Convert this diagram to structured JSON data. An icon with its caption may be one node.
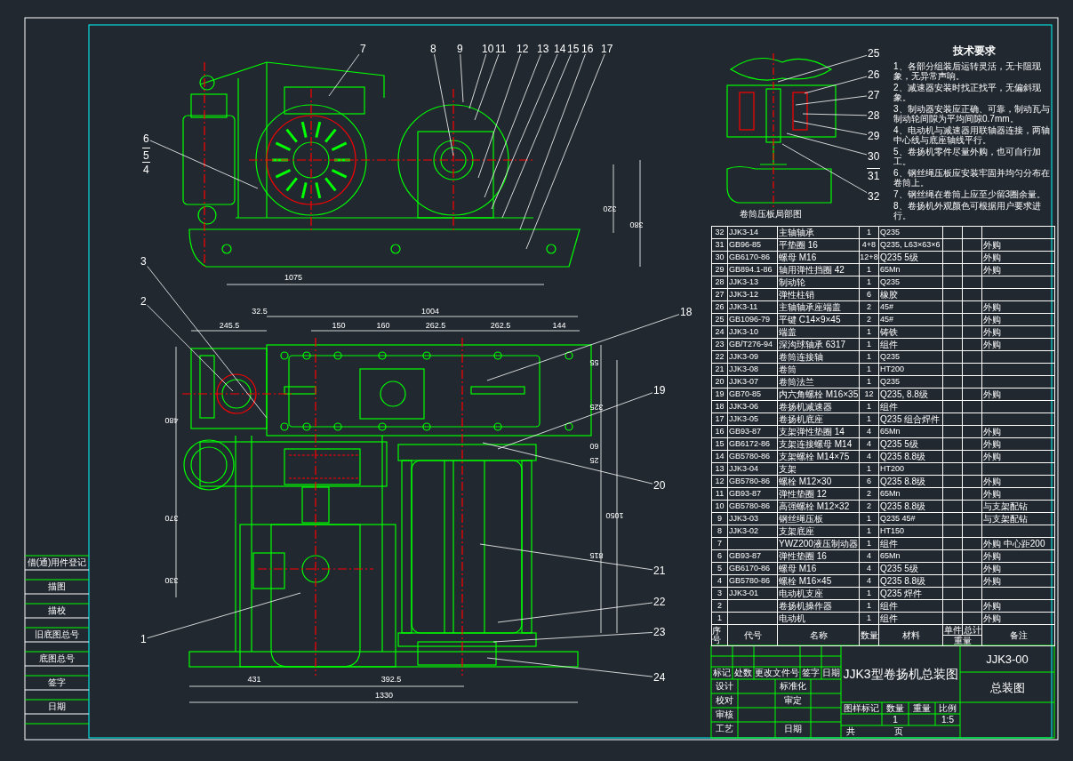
{
  "diagram": {
    "nodes": [
      {
        "text": [
          "7"
        ]
      },
      {
        "text": [
          "8"
        ]
      },
      {
        "text": [
          "9"
        ]
      },
      {
        "text": [
          "10"
        ]
      },
      {
        "text": [
          "11"
        ]
      },
      {
        "text": [
          "12"
        ]
      },
      {
        "text": [
          "13"
        ]
      },
      {
        "text": [
          "14"
        ]
      },
      {
        "text": [
          "15"
        ]
      },
      {
        "text": [
          "16"
        ]
      },
      {
        "text": [
          "17"
        ]
      },
      {
        "text": [
          "25"
        ]
      },
      {
        "text": [
          "26"
        ]
      },
      {
        "text": [
          "27"
        ]
      },
      {
        "text": [
          "28"
        ]
      },
      {
        "text": [
          "29"
        ]
      },
      {
        "text": [
          "30"
        ]
      },
      {
        "text": [
          "6"
        ]
      },
      {
        "text": [
          "32"
        ]
      },
      {
        "text": [
          "3"
        ]
      },
      {
        "text": [
          "2"
        ]
      },
      {
        "text": [
          "18"
        ]
      },
      {
        "text": [
          "19"
        ]
      },
      {
        "text": [
          "20"
        ]
      },
      {
        "text": [
          "21"
        ]
      },
      {
        "text": [
          "22"
        ]
      },
      {
        "text": [
          "23"
        ]
      },
      {
        "text": [
          "24"
        ]
      },
      {
        "text": [
          "1"
        ]
      }
    ],
    "edges": [
      {
        "from": 0,
        "to": null,
        "arrow": "none"
      },
      {
        "from": 1,
        "to": null,
        "arrow": "none"
      },
      {
        "from": 2,
        "to": null,
        "arrow": "none"
      },
      {
        "from": 3,
        "to": null,
        "arrow": "none"
      },
      {
        "from": 4,
        "to": null,
        "arrow": "none"
      },
      {
        "from": 5,
        "to": null,
        "arrow": "none"
      },
      {
        "from": 6,
        "to": null,
        "arrow": "none"
      },
      {
        "from": 7,
        "to": null,
        "arrow": "none"
      },
      {
        "from": 8,
        "to": null,
        "arrow": "none"
      },
      {
        "from": 9,
        "to": null,
        "arrow": "none"
      },
      {
        "from": 10,
        "to": null,
        "arrow": "none"
      },
      {
        "from": 11,
        "to": null,
        "arrow": "none"
      },
      {
        "from": 12,
        "to": null,
        "arrow": "none"
      },
      {
        "from": 13,
        "to": null,
        "arrow": "none"
      },
      {
        "from": 14,
        "to": null,
        "arrow": "none"
      },
      {
        "from": 15,
        "to": null,
        "arrow": "none"
      },
      {
        "from": 16,
        "to": null,
        "arrow": "none"
      },
      {
        "from": 17,
        "to": null,
        "arrow": "none"
      },
      {
        "from": 18,
        "to": null,
        "arrow": "none"
      },
      {
        "from": 19,
        "to": null,
        "arrow": "none"
      },
      {
        "from": 20,
        "to": null,
        "arrow": "none"
      },
      {
        "from": 21,
        "to": null,
        "arrow": "none"
      },
      {
        "from": 22,
        "to": null,
        "arrow": "none"
      },
      {
        "from": 23,
        "to": null,
        "arrow": "none"
      },
      {
        "from": 24,
        "to": null,
        "arrow": "none"
      },
      {
        "from": 25,
        "to": null,
        "arrow": "none"
      },
      {
        "from": 26,
        "to": null,
        "arrow": "none"
      },
      {
        "from": 27,
        "to": null,
        "arrow": "none"
      },
      {
        "from": 28,
        "to": null,
        "arrow": "none"
      }
    ],
    "labels": [
      "5",
      "4",
      "31",
      "320",
      "380",
      "1075",
      "32.5",
      "1004",
      "245.5",
      "150",
      "160",
      "262.5",
      "262.5",
      "144",
      "480",
      "55",
      "325",
      "60",
      "25",
      "1050",
      "370",
      "815",
      "330",
      "431",
      "392.5",
      "1330",
      "卷筒压板局部图",
      "技术要求",
      "1、各部分组装后运转灵活，无卡阻现象，无异常声响。",
      "2、减速器安装时找正找平，无偏斜现象。",
      "3、制动器安装应正确、可靠，制动瓦与制动轮间隙为平均间隙0.7mm。",
      "4、电动机与减速器用联轴器连接，两轴中心线与底座轴线平行。",
      "5、卷扬机零件尽量外购，也可自行加工。",
      "6、钢丝绳压板应安装牢固并均匀分布在卷筒上。",
      "7、钢丝绳在卷筒上应至少留3圈余量。",
      "8、卷扬机外观颜色可根据用户要求进行。",
      "32",
      "JJK3-14",
      "主轴轴承",
      "1",
      "Q235",
      "31",
      "GB96-85",
      "平垫圈 16",
      "4+8",
      "Q235, L63×63×6",
      "外购",
      "30",
      "GB6170-86",
      "螺母 M16",
      "12+8",
      "Q235 5级",
      "外购",
      "29",
      "GB894.1-86",
      "轴用弹性挡圈 42",
      "1",
      "65Mn",
      "外购",
      "28",
      "JJK3-13",
      "制动轮",
      "1",
      "Q235",
      "27",
      "JJK3-12",
      "弹性柱销",
      "6",
      "橡胶",
      "26",
      "JJK3-11",
      "主轴轴承座端盖",
      "2",
      "45#",
      "外购",
      "25",
      "GB1096-79",
      "平键 C14×9×45",
      "2",
      "45#",
      "外购",
      "24",
      "JJK3-10",
      "端盖",
      "1",
      "铸铁",
      "外购",
      "23",
      "GB/T276-94",
      "深沟球轴承 6317",
      "1",
      "组件",
      "外购",
      "22",
      "JJK3-09",
      "卷筒连接轴",
      "1",
      "Q235",
      "21",
      "JJK3-08",
      "卷筒",
      "1",
      "HT200",
      "20",
      "JJK3-07",
      "卷筒法兰",
      "1",
      "Q235",
      "19",
      "GB70-85",
      "内六角螺栓 M16×35",
      "12",
      "Q235, 8.8级",
      "外购",
      "18",
      "JJK3-06",
      "卷扬机减速器",
      "1",
      "组件",
      "17",
      "JJK3-05",
      "卷扬机底座",
      "1",
      "Q235 组合焊件",
      "16",
      "GB93-87",
      "支架弹性垫圈 14",
      "4",
      "65Mn",
      "外购",
      "15",
      "GB6172-86",
      "支架连接螺母 M14",
      "4",
      "Q235 5级",
      "外购",
      "14",
      "GB5780-86",
      "支架螺栓 M14×75",
      "4",
      "Q235 8.8级",
      "外购",
      "13",
      "JJK3-04",
      "支架",
      "1",
      "HT200",
      "12",
      "GB5780-86",
      "螺栓 M12×30",
      "6",
      "Q235 8.8级",
      "外购",
      "11",
      "GB93-87",
      "弹性垫圈 12",
      "2",
      "65Mn",
      "外购",
      "10",
      "GB5780-86",
      "高强螺栓 M12×32",
      "2",
      "Q235 8.8级",
      "与支架配钻",
      "9",
      "JJK3-03",
      "钢丝绳压板",
      "1",
      "Q235 45#",
      "与支架配钻",
      "8",
      "JJK3-02",
      "支架底座",
      "1",
      "HT150",
      "7",
      "YWZ200液压制动器",
      "1",
      "组件",
      "外购 中心距200",
      "6",
      "GB93-87",
      "弹性垫圈 16",
      "4",
      "65Mn",
      "外购",
      "5",
      "GB6170-86",
      "螺母 M16",
      "4",
      "Q235 5级",
      "外购",
      "4",
      "GB5780-86",
      "螺栓 M16×45",
      "4",
      "Q235 8.8级",
      "外购",
      "3",
      "JJK3-01",
      "电动机支座",
      "1",
      "Q235 焊件",
      "2",
      "卷扬机操作器",
      "1",
      "组件",
      "外购",
      "1",
      "电动机",
      "1",
      "组件",
      "外购",
      "序号",
      "代号",
      "名称",
      "数量",
      "材料",
      "单件",
      "总计",
      "重量",
      "备注",
      "JJK3型卷扬机总装图",
      "JJK3-00",
      "总装图",
      "标记",
      "处数",
      "更改文件号",
      "签字",
      "日期",
      "图样标记",
      "数量",
      "重量",
      "比例",
      "设计",
      "标准化",
      "1",
      "1:5",
      "校对",
      "审定",
      "审核",
      "共",
      "页",
      "工艺",
      "日期",
      "借(通)用件登记",
      "描图",
      "描校",
      "旧底图总号",
      "底图总号",
      "签字",
      "日期"
    ]
  }
}
